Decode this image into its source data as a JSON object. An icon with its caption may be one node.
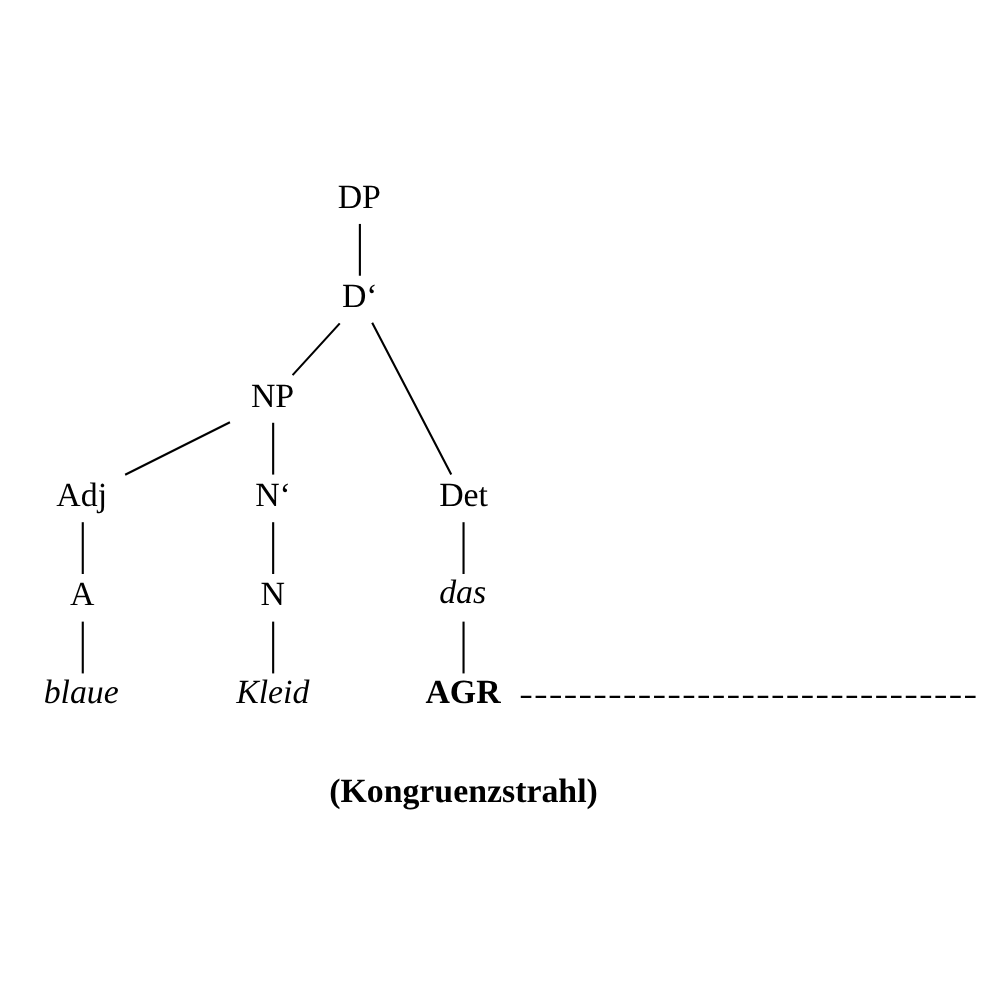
{
  "diagram": {
    "nodes": [
      {
        "text": [
          "DP"
        ]
      },
      {
        "text": [
          "D‘"
        ]
      },
      {
        "text": [
          "NP"
        ]
      },
      {
        "text": [
          "Det"
        ]
      },
      {
        "text": [
          "Adj"
        ]
      },
      {
        "text": [
          "N‘"
        ]
      },
      {
        "text": [
          "das"
        ]
      },
      {
        "text": [
          "A"
        ]
      },
      {
        "text": [
          "N"
        ]
      },
      {
        "text": [
          "blaue"
        ]
      },
      {
        "text": [
          "Kleid"
        ]
      },
      {
        "text": [
          "AGR"
        ]
      }
    ],
    "edges": [
      {
        "from": 0,
        "to": 1,
        "arrow": "none"
      },
      {
        "from": 1,
        "to": 3,
        "arrow": "none"
      },
      {
        "from": 1,
        "to": 2,
        "arrow": "none"
      },
      {
        "from": 2,
        "to": 4,
        "arrow": "none"
      },
      {
        "from": 2,
        "to": 5,
        "arrow": "none"
      },
      {
        "from": 3,
        "to": 6,
        "arrow": "none"
      },
      {
        "from": 4,
        "to": 7,
        "arrow": "none"
      },
      {
        "from": 5,
        "to": 8,
        "arrow": "none"
      },
      {
        "from": 7,
        "to": 9,
        "arrow": "none"
      },
      {
        "from": 8,
        "to": 10,
        "arrow": "none"
      },
      {
        "from": 6,
        "to": 11,
        "arrow": "none"
      },
      {
        "from": 11,
        "to": null,
        "arrow": "none",
        "style": "dashed"
      }
    ],
    "labels": [
      "(Kongruenzstrahl)"
    ]
  }
}
